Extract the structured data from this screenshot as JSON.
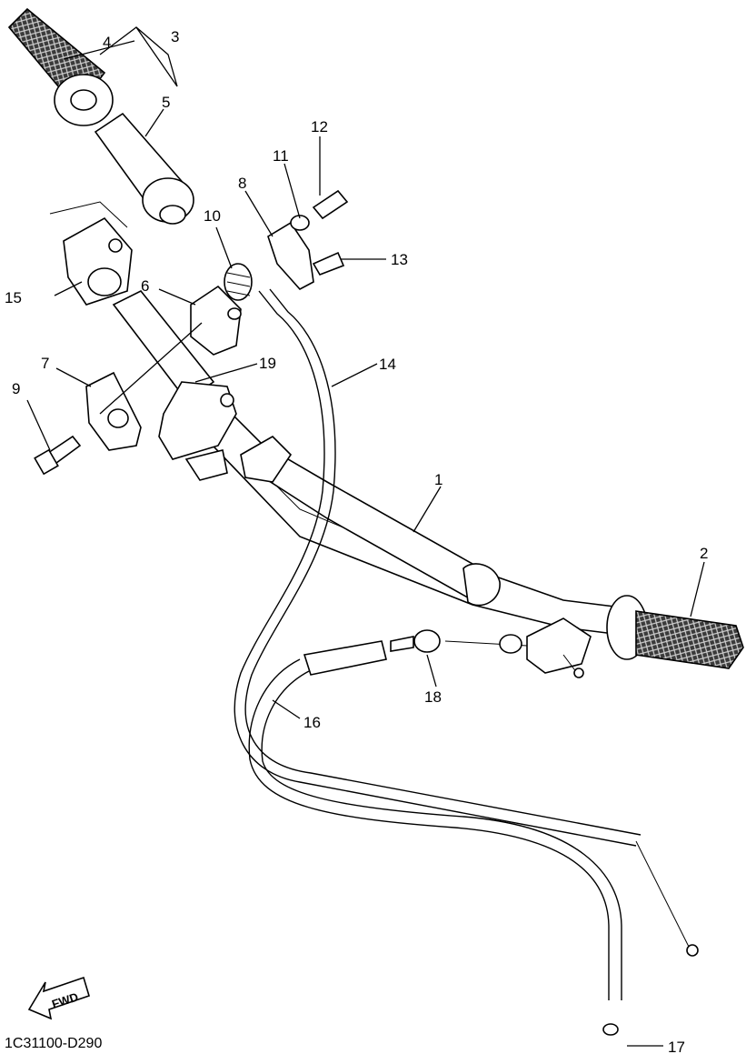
{
  "diagram": {
    "code": "1C31100-D290",
    "fwd_label": "FWD",
    "callouts": [
      "1",
      "2",
      "3",
      "4",
      "5",
      "6",
      "7",
      "8",
      "9",
      "10",
      "11",
      "12",
      "13",
      "14",
      "15",
      "16",
      "17",
      "18",
      "19"
    ]
  }
}
